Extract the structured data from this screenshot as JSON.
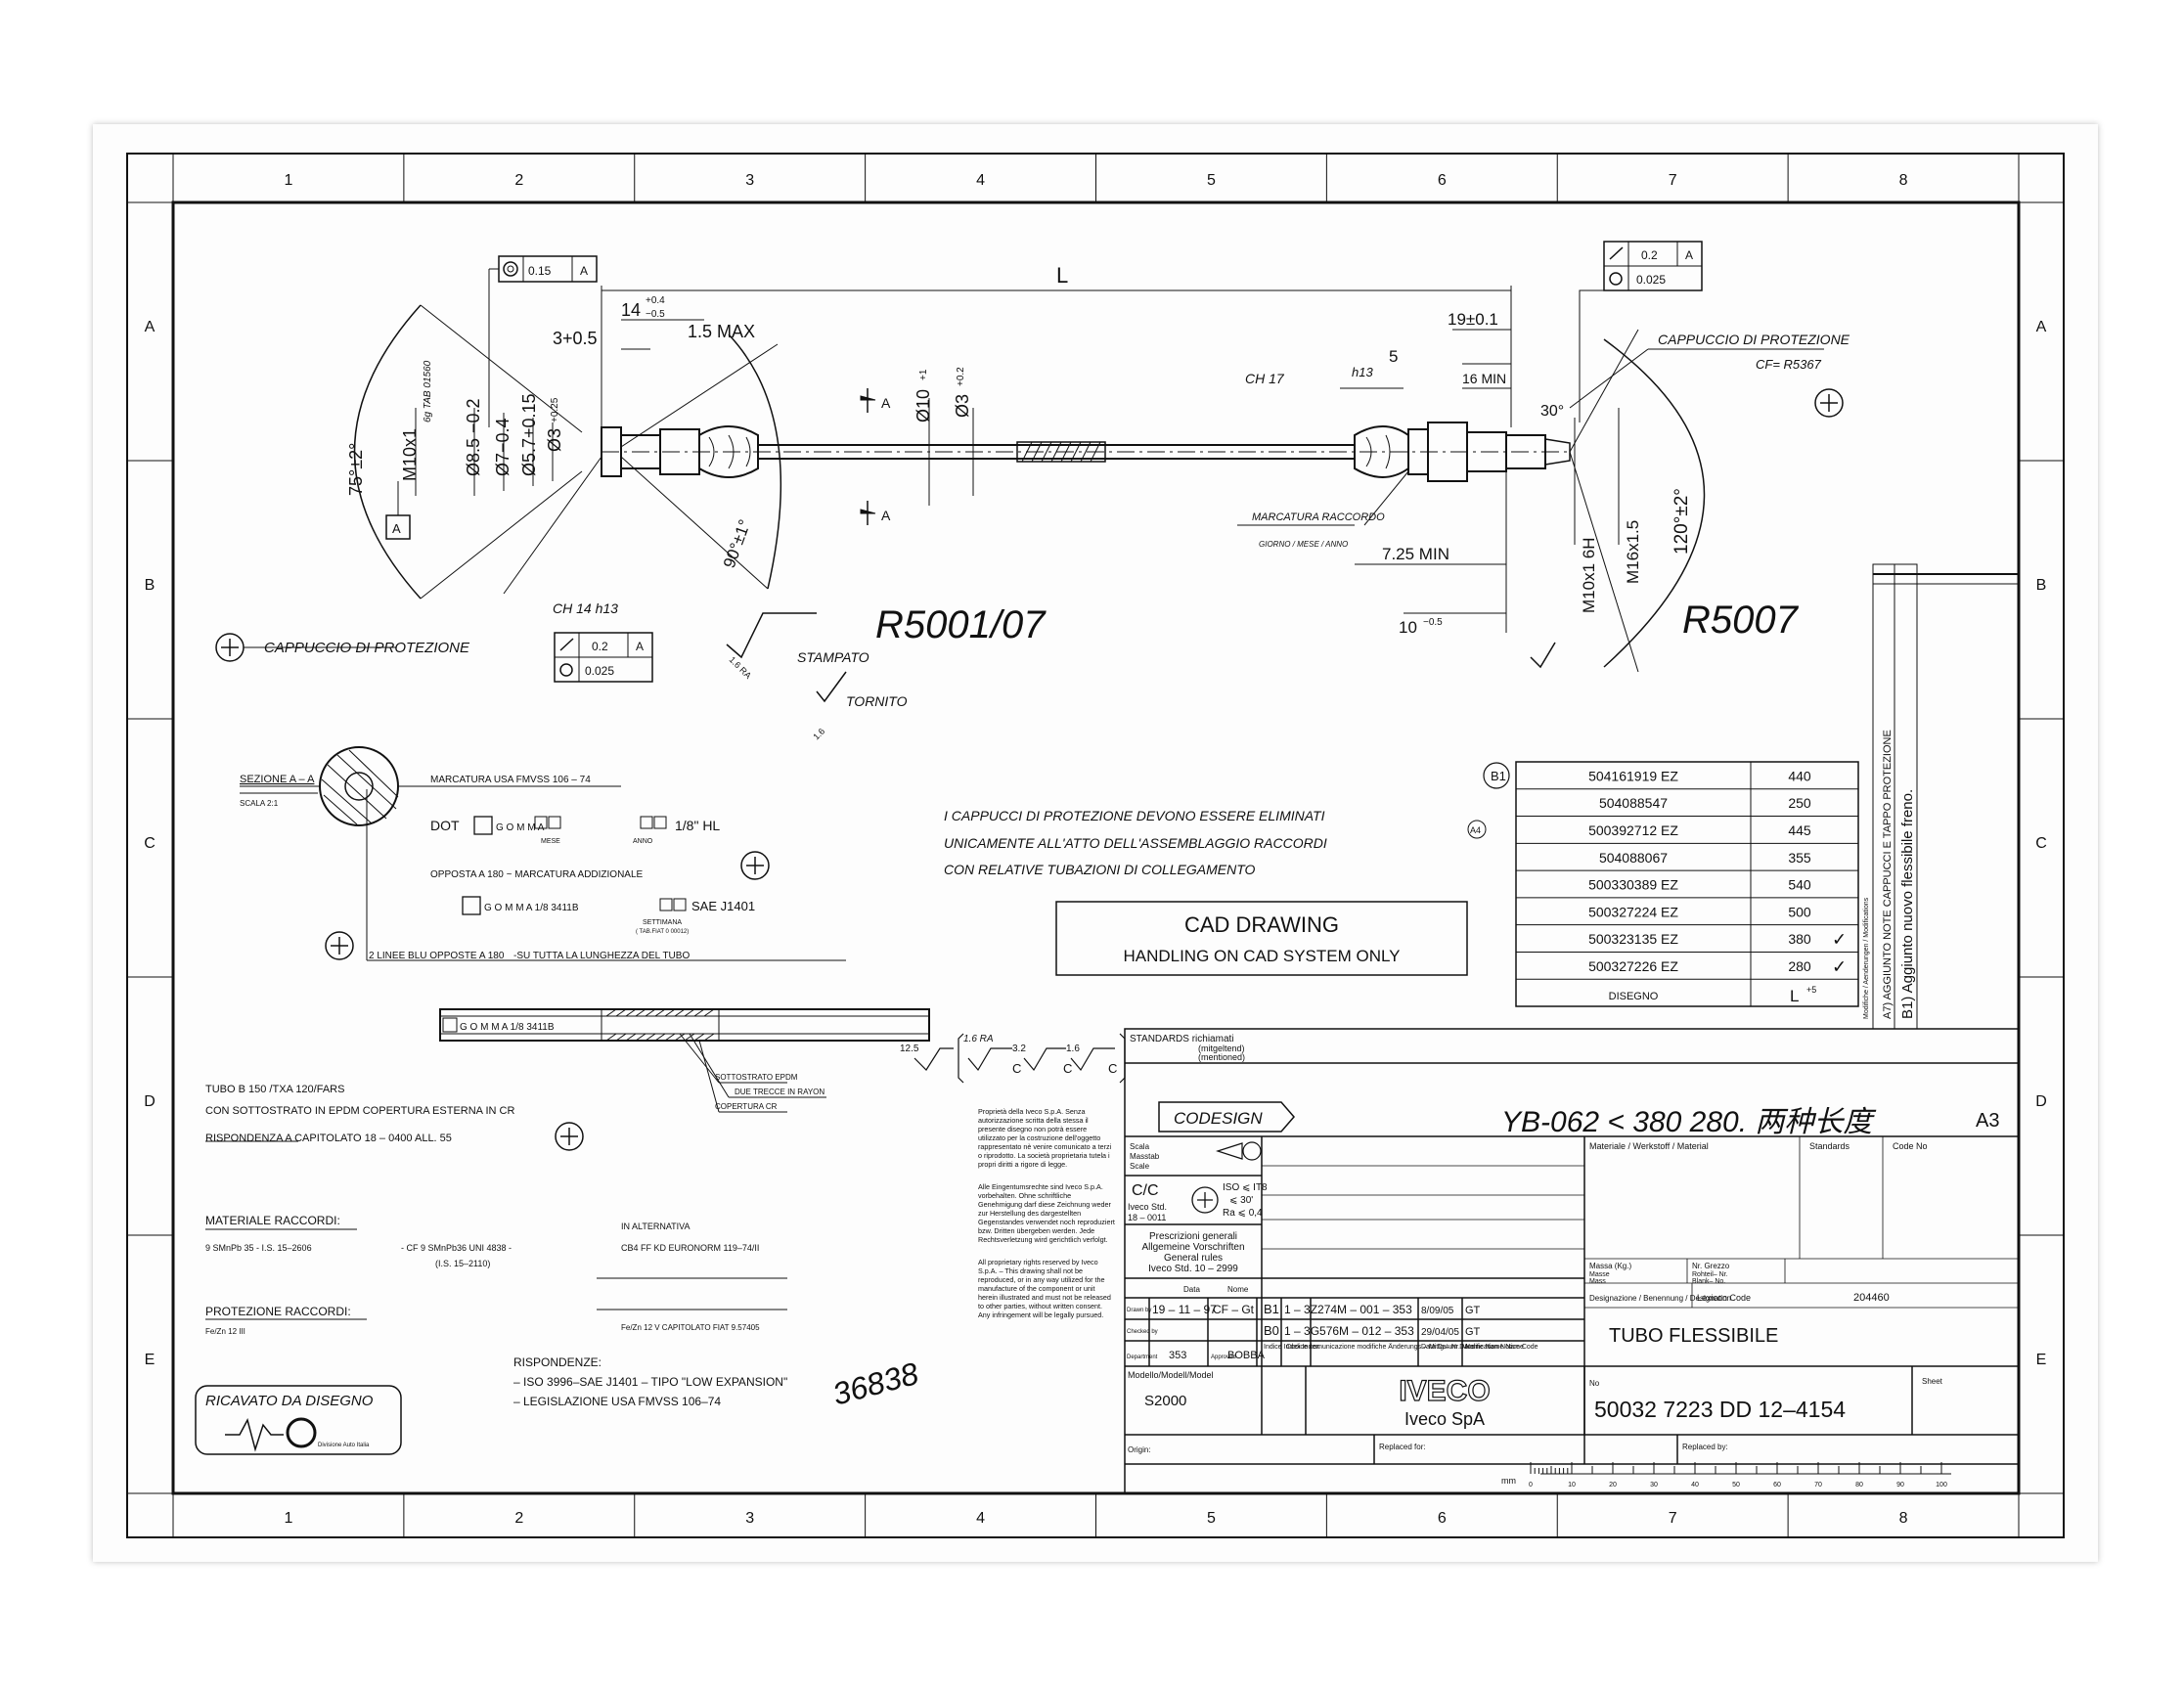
{
  "frame": {
    "cols": [
      "1",
      "2",
      "3",
      "4",
      "5",
      "6",
      "7",
      "8"
    ],
    "rows": [
      "A",
      "B",
      "C",
      "D",
      "E"
    ]
  },
  "drawing": {
    "L": "L",
    "dim_14": "14",
    "dim_14_tol_up": "+0.4",
    "dim_14_tol_dn": "−0.5",
    "dim_3": "3+0.5",
    "dim_15max": "1.5 MAX",
    "dim_19": "19±0.1",
    "dim_5": "5",
    "dim_16min": "16 MIN",
    "dim_30deg": "30°",
    "dim_725": "7.25 MIN",
    "dim_10": "10",
    "dim_10_tol": "−0.5",
    "ang_75": "75°±2°",
    "ang_90": "90°±1°",
    "ang_120": "120°±2°",
    "m10": "M10x1",
    "m10_sub": "6g TAB 01560",
    "d85": "Ø8.5 −0.2",
    "d7": "Ø7−0.4",
    "d57": "Ø5.7+0.15",
    "d3": "Ø3",
    "d3_tol": "+0.25",
    "d10": "Ø10",
    "d10_tol": "+1",
    "d3b": "Ø3",
    "d3b_tol": "+0.2",
    "m10x1_6h": "M10x1 6H",
    "m16": "M16x1.5",
    "ch14": "CH 14 h13",
    "ch17": "CH 17",
    "h13": "h13",
    "marc_racc": "MARCATURA RACCORDO",
    "giorno": "GIORNO / MESE / ANNO",
    "capp_left": "CAPPUCCIO DI PROTEZIONE",
    "capp_right": "CAPPUCCIO DI PROTEZIONE",
    "cf": "CF= R5367",
    "stampato": "STAMPATO",
    "tornito": "TORNITO",
    "ra16": "1.6 RA",
    "ra16b": "1.6",
    "section_a": "A",
    "tol_015": "0.15",
    "tol_02": "0.2",
    "tol_0025": "0.025",
    "tol_datum": "A",
    "hand_r5001": "R5001/07",
    "hand_r5007": "R5007"
  },
  "notes": {
    "sezione": "SEZIONE A – A",
    "scala": "SCALA 2:1",
    "marcatura_usa": "MARCATURA USA FMVSS 106 – 74",
    "dot": "DOT",
    "gomma": "G O M M A",
    "hl": "1/8\" HL",
    "mese": "MESE",
    "anno": "ANNO",
    "opposta": "OPPOSTA A 180 ~ MARCATURA ADDIZIONALE",
    "gomma2": "G O M M A   1/8 3411B",
    "sae": "SAE J1401",
    "settimana": "SETTIMANA",
    "tab_fiat": "( TAB.FIAT 0 00012)",
    "linee_blu": "2 LINEE BLU OPPOSTE A 180",
    "tutta_lung": "-SU TUTTA LA LUNGHEZZA DEL TUBO",
    "capp_note1": "I CAPPUCCI DI PROTEZIONE DEVONO ESSERE ELIMINATI",
    "capp_note2": "UNICAMENTE ALL'ATTO DELL'ASSEMBLAGGIO RACCORDI",
    "capp_note3": "CON RELATIVE TUBAZIONI DI COLLEGAMENTO",
    "cad1": "CAD DRAWING",
    "cad2": "HANDLING ON CAD SYSTEM ONLY",
    "hose_label": "G O M M A  1/8  3411B",
    "sottostrato": "SOTTOSTRATO EPDM",
    "due_trecce": "DUE TRECCE IN RAYON",
    "copertura": "COPERTURA CR",
    "tubo_b": "TUBO B 150 /TXA 120/FARS",
    "con_sotto": "CON SOTTOSTRATO IN EPDM COPERTURA ESTERNA IN CR",
    "rispondenza": "RISPONDENZA A CAPITOLATO 18 – 0400 ALL. 55",
    "mat_racc": "MATERIALE RACCORDI:",
    "mat_val1": "9 SMnPb 35 - I.S. 15–2606",
    "mat_val2": "- CF 9 SMnPb36 UNI 4838 -",
    "mat_val3": "(I.S. 15–2110)",
    "in_alt": "IN ALTERNATIVA",
    "cb4": "CB4 FF KD EURONORM 119–74/II",
    "prot_racc": "PROTEZIONE RACCORDI:",
    "prot_val": "Fe/Zn 12 III",
    "fezn": "Fe/Zn 12 V CAPITOLATO FIAT 9.57405",
    "risp_title": "RISPONDENZE:",
    "risp1": "– ISO 3996–SAE J1401 –  TIPO \"LOW EXPANSION\"",
    "risp2": "– LEGISLAZIONE USA FMVSS 106–74",
    "ricavato": "RICAVATO DA DISEGNO",
    "divisione": "Divisione Auto Italia",
    "hand_36838": "36838",
    "rough_125": "12.5",
    "rough_16": "1.6 RA",
    "rough_32": "3.2",
    "rough_16b": "1.6",
    "rough_c": "C"
  },
  "variants": {
    "badge": "B1",
    "rows": [
      {
        "code": "504161919 EZ",
        "len": "440",
        "check": ""
      },
      {
        "code": "504088547",
        "len": "250",
        "check": ""
      },
      {
        "code": "500392712 EZ",
        "len": "445",
        "check": ""
      },
      {
        "code": "504088067",
        "len": "355",
        "check": ""
      },
      {
        "code": "500330389 EZ",
        "len": "540",
        "check": ""
      },
      {
        "code": "500327224 EZ",
        "len": "500",
        "check": ""
      },
      {
        "code": "500323135 EZ",
        "len": "380",
        "check": "✓"
      },
      {
        "code": "500327226 EZ",
        "len": "280",
        "check": "✓"
      }
    ],
    "footer_code": "DISEGNO",
    "footer_len": "L",
    "footer_tol": "+5",
    "a4": "A4"
  },
  "mod": {
    "a7": "A7) AGGIUNTO NOTE CAPPUCCI E TAPPO PROTEZIONE",
    "b1": "B1) Aggiunto nuovo flessibile freno.",
    "header": "Modifiche / Aenderungen / Modifications"
  },
  "title_block": {
    "standards": "STANDARDS  richiamati",
    "mitgeltend": "(mitgeltend)",
    "mentioned": "(mentioned)",
    "codesign": "CODESIGN",
    "handwritten": "YB-062 < 380  280. 两种长度",
    "format": "A3",
    "scala": "Scala",
    "massstab": "Masstab",
    "scale": "Scale",
    "cc": "C/C",
    "iveco_std": "Iveco Std.",
    "std_no": "18 – 0011",
    "iso": "ISO ⩽ IT8",
    "ang": "⩽ 30'",
    "ra": "Ra  ⩽ 0,4",
    "prescr1": "Prescrizioni generali",
    "prescr2": "Allgemeine Vorschriften",
    "prescr3": "General rules",
    "prescr4": "Iveco Std.  10 – 2999",
    "data_h": "Data",
    "nome_h": "Nome",
    "drawn": "Drawn by",
    "drawn_date": "19 – 11 – 97",
    "drawn_name": "CF – Gt",
    "checked": "Checked by",
    "dept": "Department",
    "dept_val": "353",
    "approved": "Approved",
    "approved_val": "BOBBA",
    "mod_rows": [
      {
        "idx": "B1",
        "code": "1 – 3Z274M – 001 – 353",
        "date": "8/09/05",
        "name": "GT"
      },
      {
        "idx": "B0",
        "code": "1 – 3G576M – 012 – 353",
        "date": "29/04/05",
        "name": "GT"
      }
    ],
    "indice": "Indice\nIndex\nIndex",
    "codice_mod": "Codice comunicazione modifiche\nÄnderungs – Mittg.– Nr.\nModification Notice Code",
    "data_col": "Data\nDatum\nDate",
    "nome_col": "Nome\nName\nName",
    "modello": "Modello/Modell/Model",
    "modello_val": "S2000",
    "materiale": "Materiale / Werkstoff / Material",
    "standards_col": "Standards",
    "code_no": "Code No",
    "massa": "Massa (Kg.)",
    "massa2": "Masse",
    "massa3": "Mass",
    "grezzo": "Nr. Grezzo",
    "rohteil": "Rohteil– Nr.",
    "blank": "Blank– No.",
    "designazione": "Designazione / Benennung / Designation",
    "lexicon": "Lexicon Code",
    "lexicon_val": "204460",
    "title": "TUBO FLESSIBILE",
    "iveco": "IVECO",
    "iveco_spa": "Iveco SpA",
    "no": "No",
    "number": "50032 7223  DD  12–4154",
    "sheet": "Sheet",
    "origin": "Origin:",
    "replaced_for": "Replaced for:",
    "replaced_by": "Replaced by:",
    "mm": "mm",
    "scale_ticks": [
      "0",
      "10",
      "20",
      "30",
      "40",
      "50",
      "60",
      "70",
      "80",
      "90",
      "100"
    ]
  },
  "legal": {
    "it": "Proprietà della Iveco S.p.A. Senza autorizzazione scritta della stessa il presente disegno non potrà essere utilizzato per la costruzione dell'oggetto rappresentato nè venire comunicato a terzi o riprodotto. La società proprietaria tutela i propri diritti a rigore di legge.",
    "de": "Alle Eingentumsrechte sind Iveco S.p.A. vorbehalten. Ohne schriftliche Genehmigung darf diese Zeichnung weder zur Herstellung des dargestellten Gegenstandes verwendet noch reproduziert bzw. Dritten übergeben werden. Jede Rechtsverletzung wird gerichtlich verfolgt.",
    "en": "All proprietary rights reserved by Iveco S.p.A. – This drawing shall not be reproduced, or in any way utilized for the manufacture of the component or unit herein illustrated and must not be released to other parties, without written consent. Any infringement will be legally pursued."
  }
}
